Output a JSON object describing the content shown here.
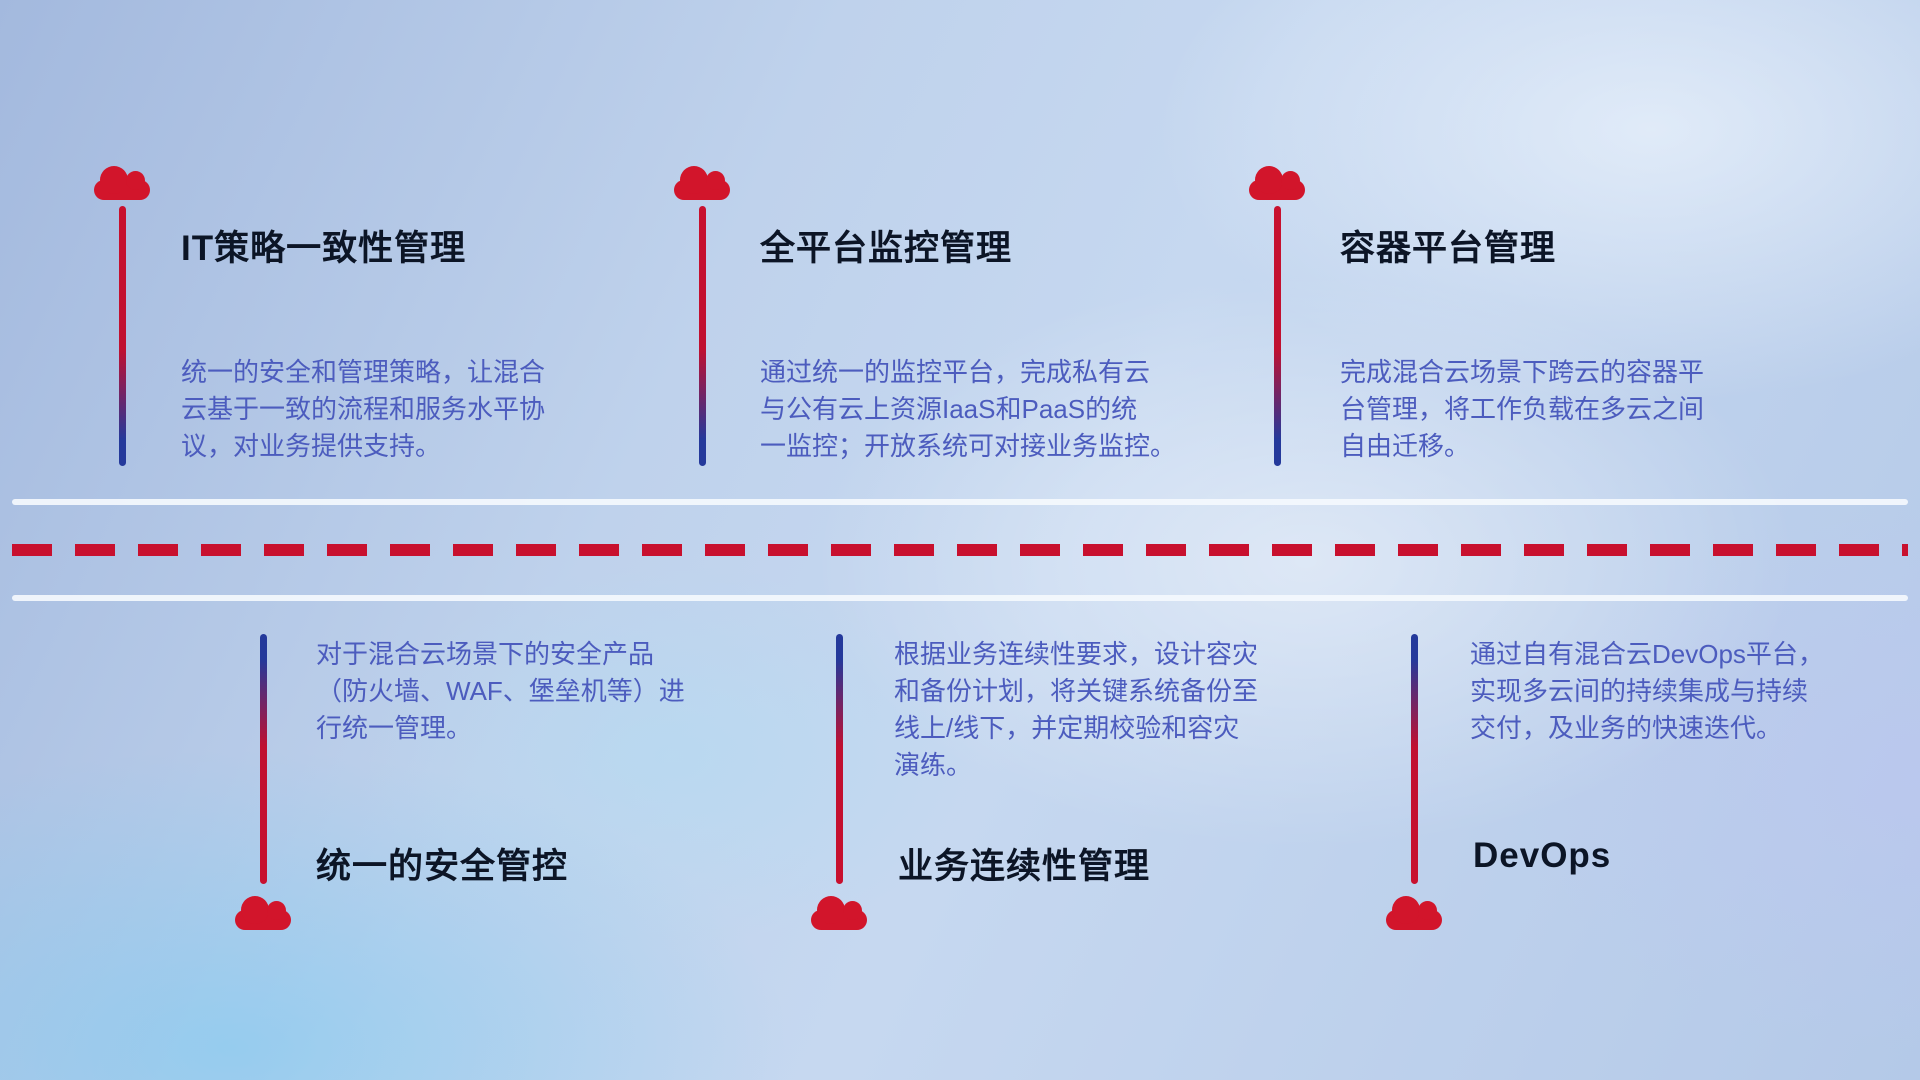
{
  "colors": {
    "cloud_red": "#d2152b",
    "dash_red": "#c8102e",
    "connector_blue": "#24399b",
    "title_text": "#0c1526",
    "description_text": "#4c5cbe"
  },
  "top_items": [
    {
      "title": "IT策略一致性管理",
      "description": "统一的安全和管理策略，让混合\n云基于一致的流程和服务水平协\n议，对业务提供支持。"
    },
    {
      "title": "全平台监控管理",
      "description": "通过统一的监控平台，完成私有云\n与公有云上资源IaaS和PaaS的统\n一监控；开放系统可对接业务监控。"
    },
    {
      "title": "容器平台管理",
      "description": "完成混合云场景下跨云的容器平\n台管理，将工作负载在多云之间\n自由迁移。"
    }
  ],
  "bottom_items": [
    {
      "title": "统一的安全管控",
      "description": "对于混合云场景下的安全产品\n（防火墙、WAF、堡垒机等）进\n行统一管理。"
    },
    {
      "title": "业务连续性管理",
      "description": "根据业务连续性要求，设计容灾\n和备份计划，将关键系统备份至\n线上/线下，并定期校验和容灾\n演练。"
    },
    {
      "title": "DevOps",
      "description": "通过自有混合云DevOps平台，\n实现多云间的持续集成与持续\n交付，及业务的快速迭代。"
    }
  ]
}
